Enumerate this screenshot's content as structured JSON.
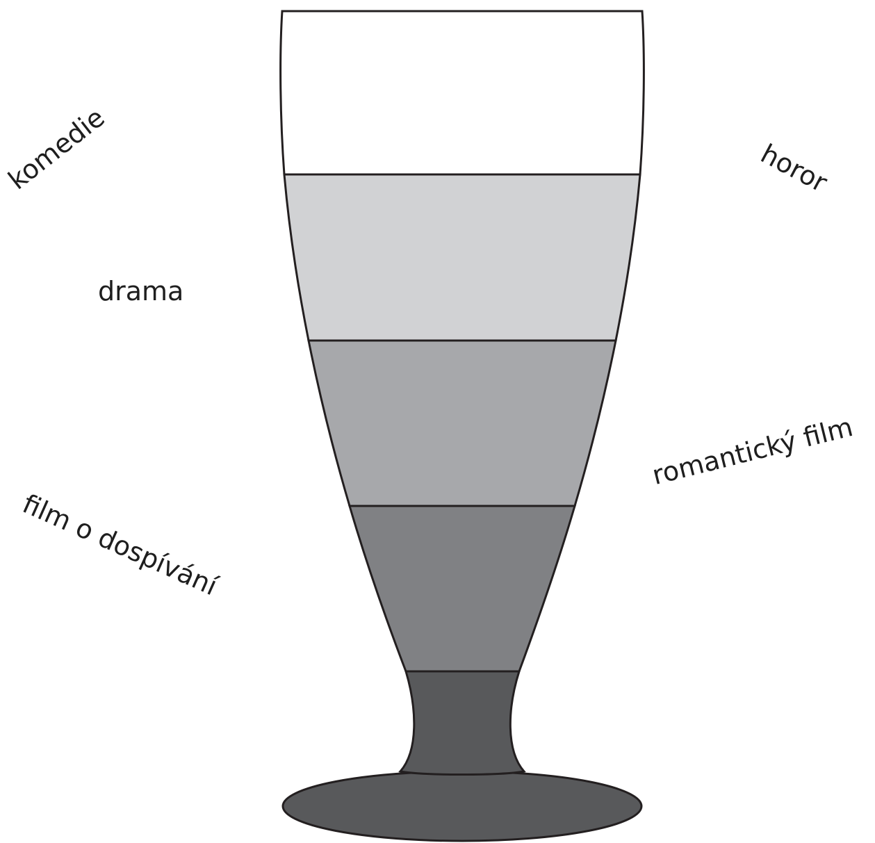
{
  "diagram": {
    "layers": [
      {
        "name": "layer-1",
        "color": "#ffffff"
      },
      {
        "name": "layer-2",
        "color": "#d1d2d4"
      },
      {
        "name": "layer-3",
        "color": "#a7a8ab"
      },
      {
        "name": "layer-4",
        "color": "#808184"
      },
      {
        "name": "stem-base",
        "color": "#58595b"
      }
    ],
    "outline_color": "#231f20",
    "labels": {
      "komedie": "komedie",
      "horor": "horor",
      "drama": "drama",
      "romanticky_film": "romantický film",
      "film_o_dospivani": "film o dospívání"
    }
  }
}
